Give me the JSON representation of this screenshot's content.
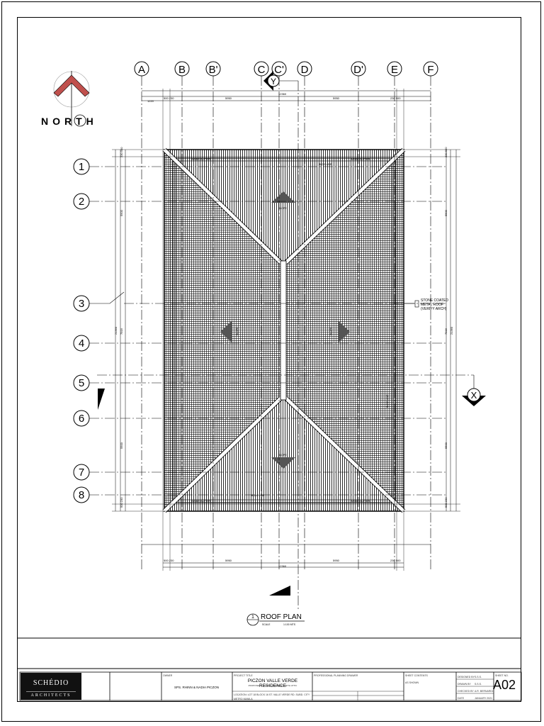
{
  "drawing": {
    "north_label": "NORTH",
    "grid_columns": [
      "A",
      "B",
      "B'",
      "C",
      "C'",
      "D",
      "D'",
      "E",
      "F"
    ],
    "grid_rows": [
      "1",
      "2",
      "3",
      "4",
      "5",
      "6",
      "7",
      "8"
    ],
    "section_marks": {
      "y": "Y",
      "x": "X"
    },
    "dims_top": {
      "d1": "1220",
      "d2": "500 230",
      "d3": "5950",
      "d4": "5950",
      "d5": "230 500",
      "overall": "12360"
    },
    "dims_bottom": {
      "d1": "500 230",
      "d2": "5950",
      "d3": "5950",
      "d4": "230 500",
      "overall": "12360"
    },
    "dims_left": {
      "a": "230 500",
      "b": "5500",
      "c": "21360",
      "d": "7916",
      "e": "5500",
      "f": "500 230"
    },
    "dims_right": {
      "a": "230 500",
      "b": "5500",
      "c": "21360",
      "d": "7916",
      "e": "5500",
      "f": "500 230"
    },
    "notes": {
      "gutter_top_left": "INSIDE GUTTER",
      "bldg_line_top": "BLDG LINE",
      "gutter_top_right": "INSIDE GUTTER",
      "gutter_bottom_left": "INSIDE GUTTER",
      "bldg_line_bottom": "BLDG LINE",
      "gutter_bottom_right": "INSIDE GUTTER",
      "bldg_line_right": "BLDG LINE",
      "slope_top": "SLOPE",
      "slope_left": "SLOPE",
      "slope_right": "SLOPE",
      "slope_bottom": "SLOPE",
      "roof_note_1": "STONE COATED",
      "roof_note_2": "METAL ROOF",
      "roof_note_3": "(VERIFY ARCH)"
    },
    "caption": {
      "number": "1",
      "title": "ROOF PLAN",
      "scale_label": "SCALE",
      "scale_value": "1:100 MTS"
    }
  },
  "title_block": {
    "firm_name": "SCHÉDIO",
    "firm_sub": "ARCHITECTS",
    "owner": "SPS. RHINN & NADIA PICZON",
    "project_title": "PICZON VALLE VERDE RESIDENCE",
    "project_subtitle": "PROPOSED 2-STOREY RESIDENCE WITH ATTIC",
    "location": "LOCATION: LOT 18 BLOCK 16 ST. VALLE VERDE RD. SUBD. CITY METRO MANILA",
    "sheet_number": "A02",
    "labels": {
      "owner": "OWNER",
      "project": "PROJECT TITLE",
      "prc": "PROFESSIONAL PLANNING DRAWER",
      "sheet_contents": "SHEET CONTENTS",
      "designed": "DESIGNED BY",
      "drawn": "DRAWN BY",
      "checked": "CHECKED BY",
      "date": "DATE",
      "sheet": "SHEET NO.",
      "contents_value": "AS SHOWN"
    },
    "values": {
      "designed": "S.S.S.",
      "drawn": "S.S.S.",
      "checked": "A.R. BERNARDO",
      "date": "JANUARY 2021"
    }
  }
}
